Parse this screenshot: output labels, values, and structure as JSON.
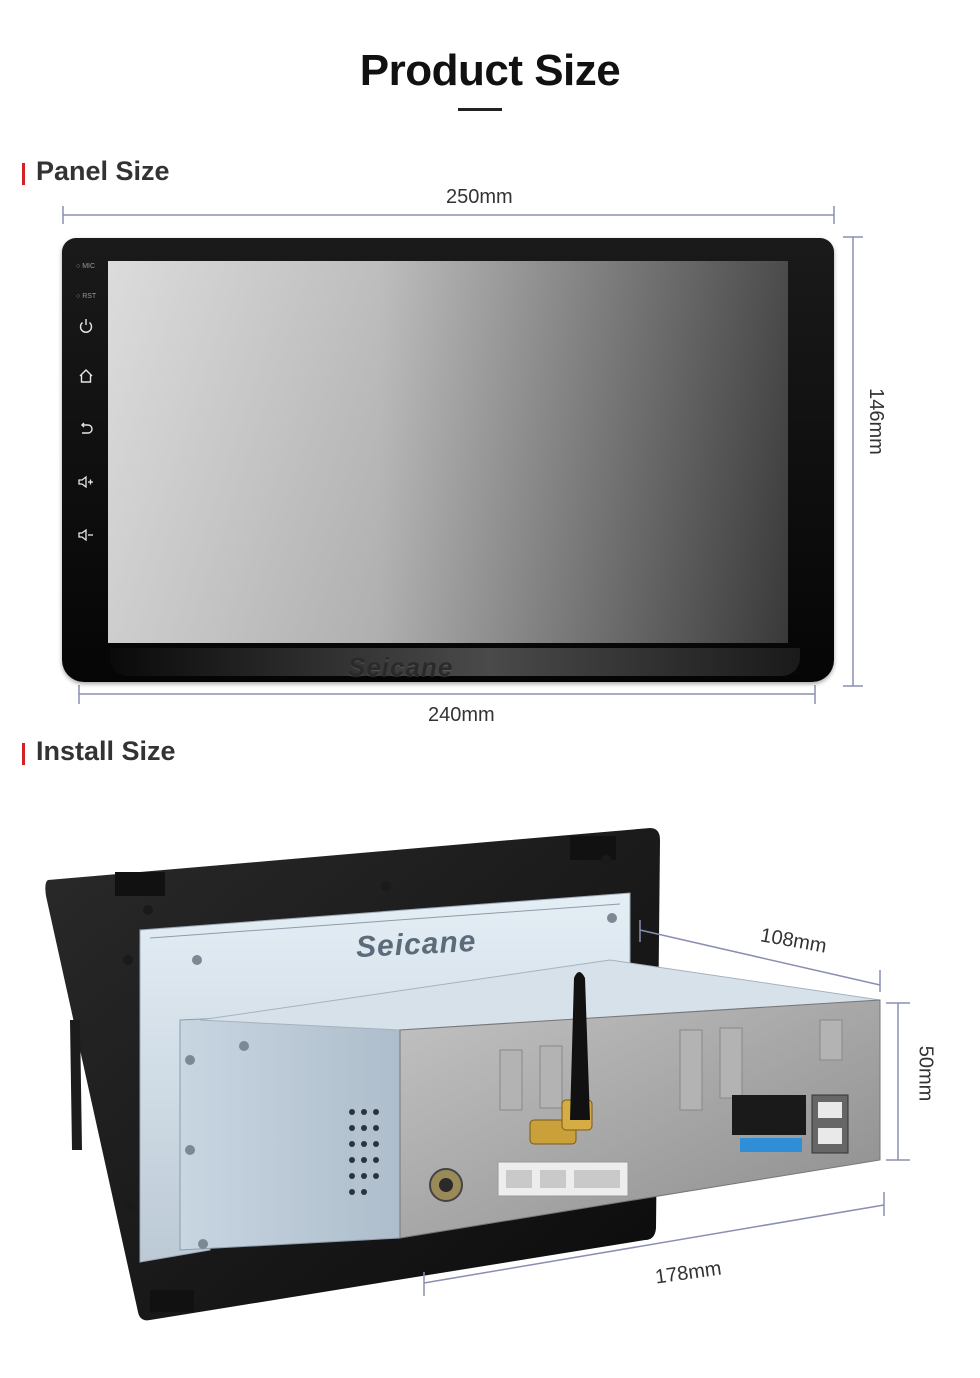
{
  "page_title": "Product Size",
  "sections": {
    "panel": {
      "heading": "Panel Size",
      "width_top": "250mm",
      "width_bottom": "240mm",
      "height": "146mm",
      "side_labels": {
        "mic": "MIC",
        "rst": "RST"
      },
      "side_icons": [
        "power-icon",
        "home-icon",
        "back-icon",
        "volume-up-icon",
        "volume-down-icon"
      ],
      "brand": "Seicane"
    },
    "install": {
      "heading": "Install Size",
      "depth_top": "108mm",
      "height": "50mm",
      "depth_bottom": "178mm",
      "brand": "Seicane"
    }
  },
  "colors": {
    "accent_bar": "#d42027",
    "dimension_line": "#8a8fb0"
  }
}
